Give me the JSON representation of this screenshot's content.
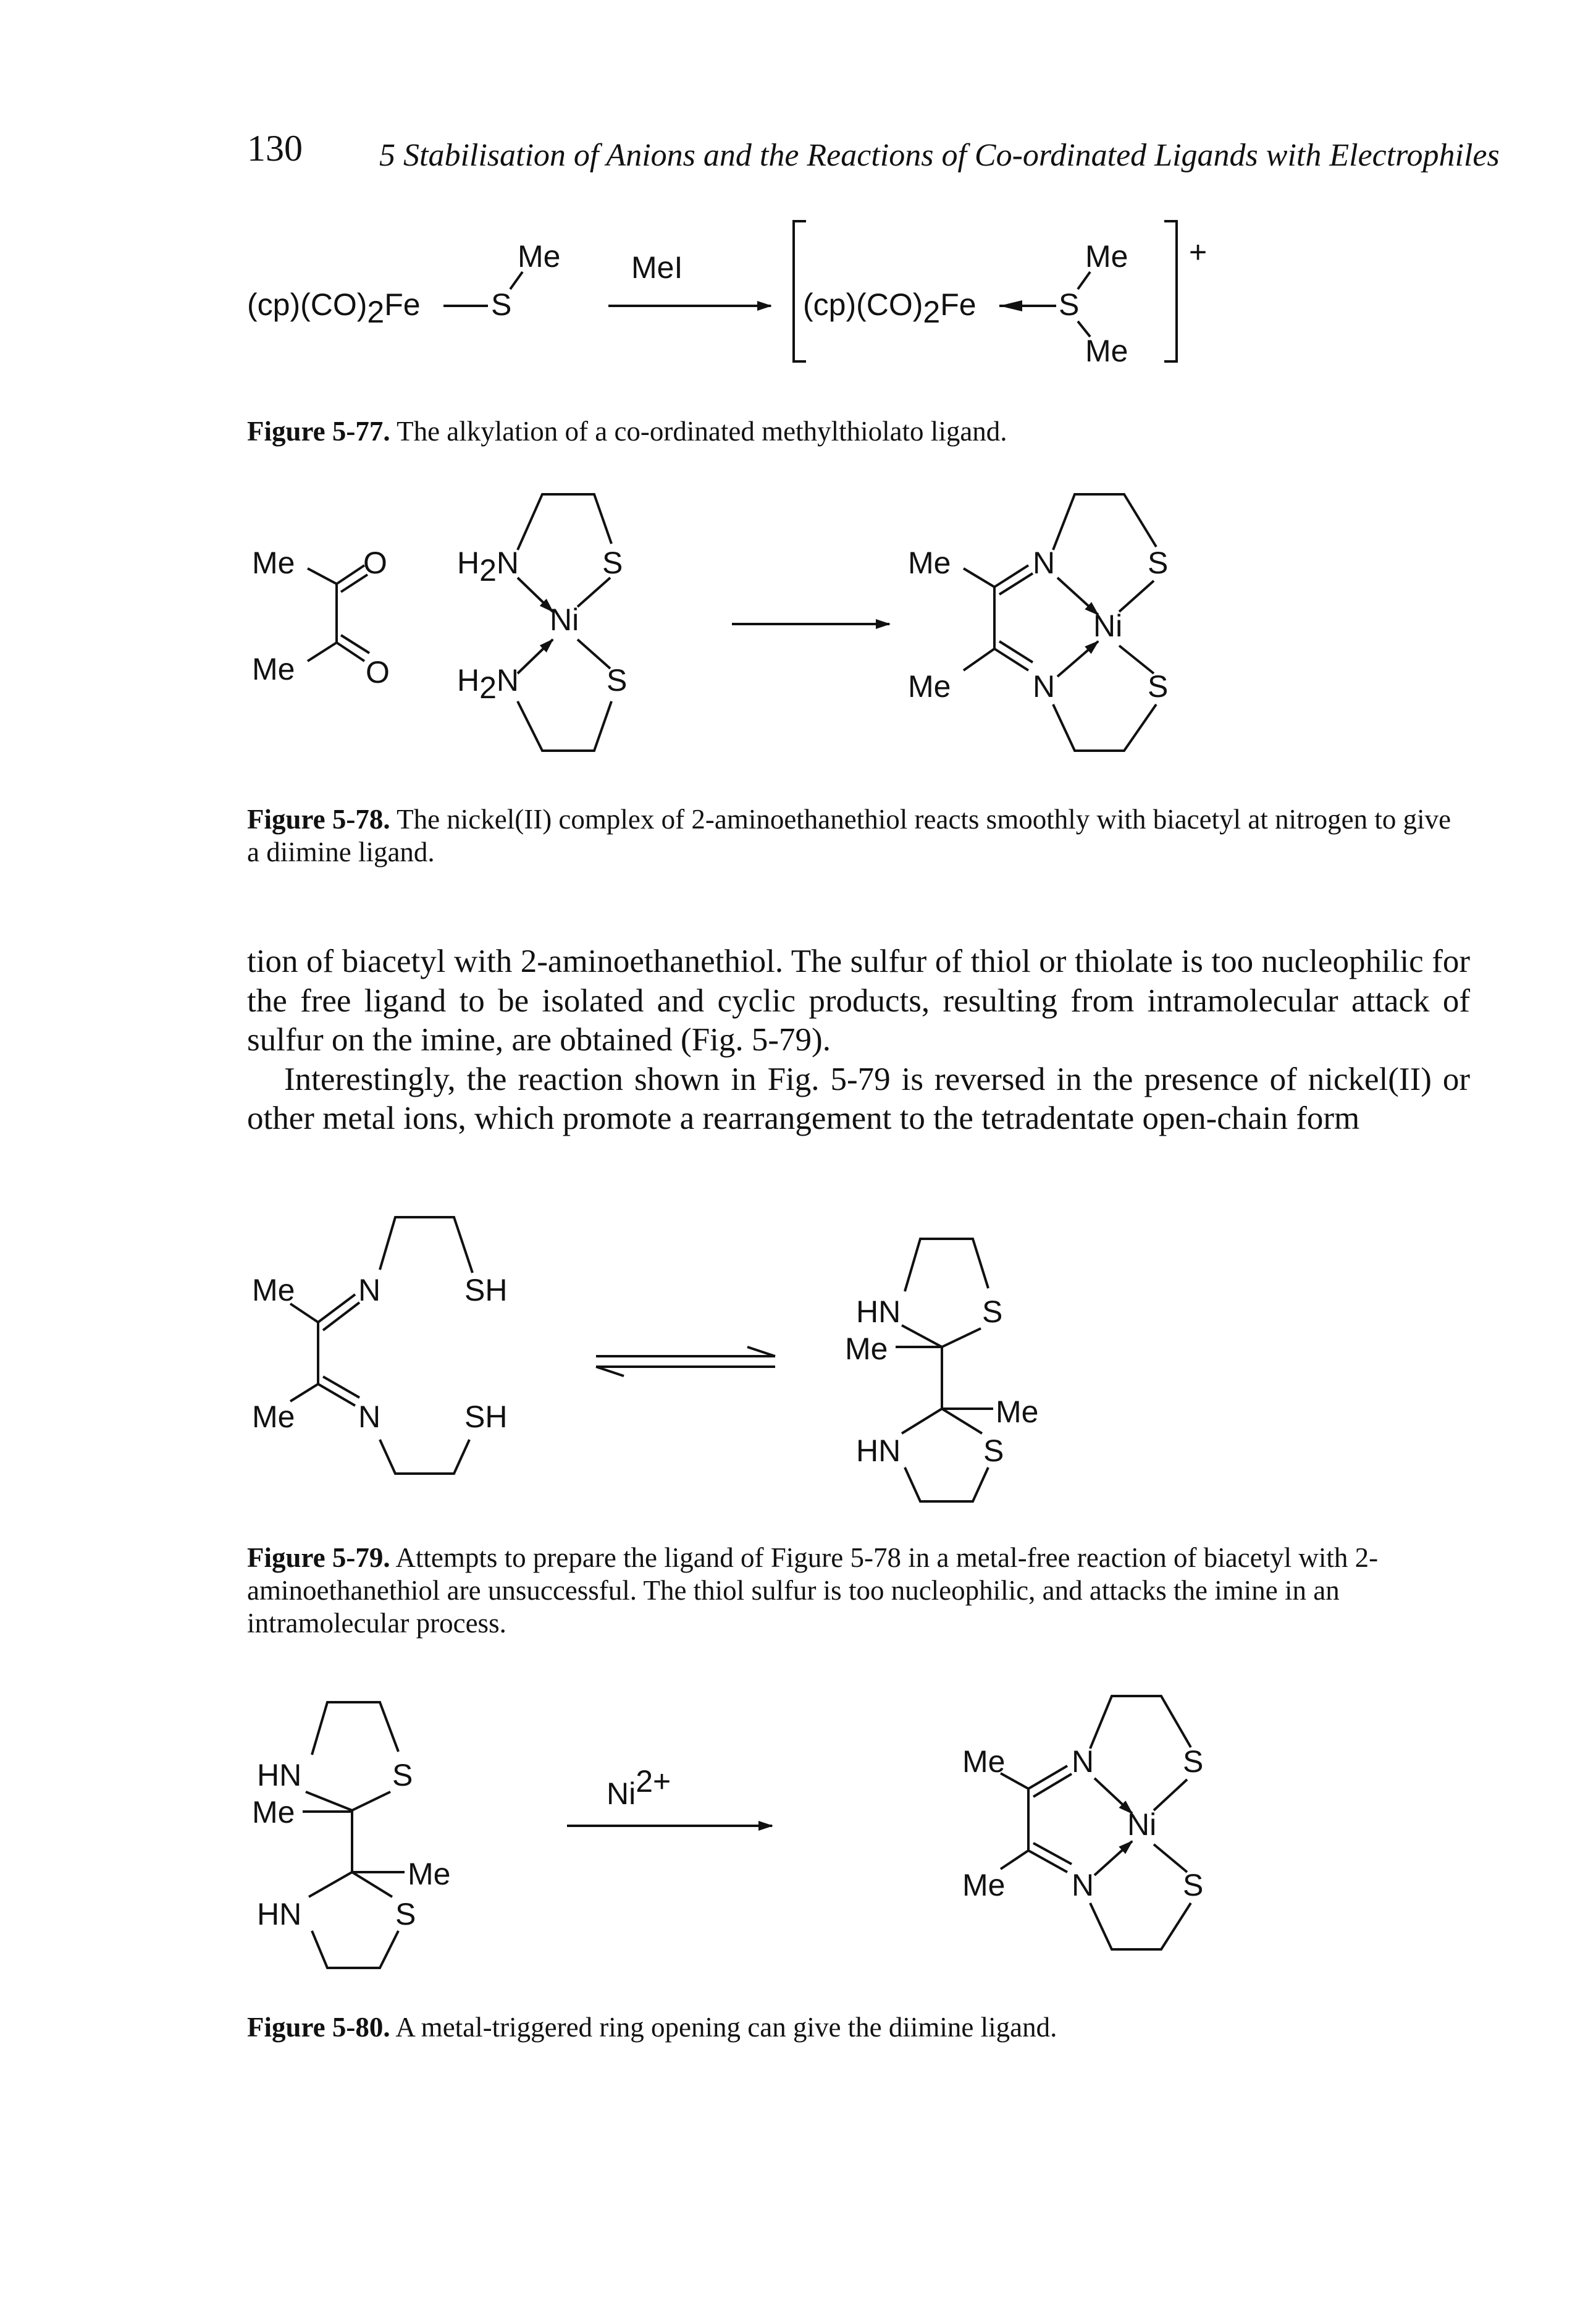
{
  "page_number": "130",
  "running_head": "5 Stabilisation of Anions and the Reactions of Co-ordinated Ligands with Electrophiles",
  "fig77": {
    "reactant_fe": "(cp)(CO)",
    "reactant_fe_sub": "2",
    "reactant_fe_end": "Fe",
    "s": "S",
    "me": "Me",
    "reagent": "MeI",
    "charge": "+",
    "label": "Figure 5-77.",
    "caption": "The alkylation of a co-ordinated methylthiolato ligand."
  },
  "fig78": {
    "me": "Me",
    "o": "O",
    "h2n_h": "H",
    "h2n_sub": "2",
    "h2n_n": "N",
    "n": "N",
    "s": "S",
    "ni": "Ni",
    "label": "Figure 5-78.",
    "caption": "The nickel(II) complex of 2-aminoethanethiol reacts smoothly with biacetyl at nitrogen to give a diimine ligand."
  },
  "body_text": {
    "para1": "tion of biacetyl with 2-aminoethanethiol. The sulfur of thiol or thiolate is too nucleophilic for the free ligand to be isolated and cyclic products, resulting from intramolecular attack of sulfur on the imine, are obtained (Fig. 5-79).",
    "para2": "Interestingly, the reaction shown in Fig. 5-79 is reversed in the presence of nickel(II) or other metal ions, which promote a rearrangement to the tetradentate open-chain form"
  },
  "fig79": {
    "me": "Me",
    "n": "N",
    "sh": "SH",
    "hn": "HN",
    "s": "S",
    "label": "Figure 5-79.",
    "caption": "Attempts to prepare the ligand of Figure 5-78 in a metal-free reaction of biacetyl with 2-aminoethanethiol are unsuccessful. The thiol sulfur is too nucleophilic, and attacks the imine in an intramolecular process."
  },
  "fig80": {
    "me": "Me",
    "n": "N",
    "s": "S",
    "hn": "HN",
    "ni": "Ni",
    "reagent": "Ni",
    "reagent_sup": "2+",
    "label": "Figure 5-80.",
    "caption": "A metal-triggered ring opening can give the diimine ligand."
  }
}
